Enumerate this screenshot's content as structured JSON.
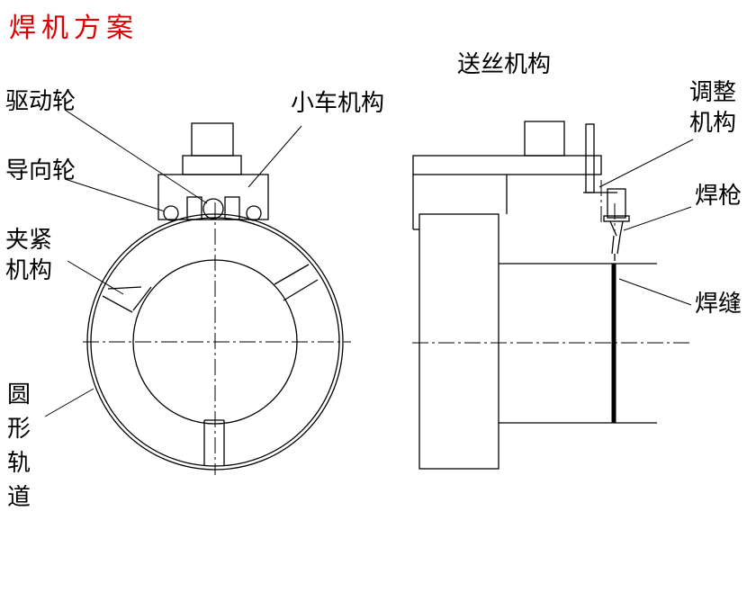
{
  "title": "焊机方案",
  "labels": {
    "drive_wheel": "驱动轮",
    "guide_wheel": "导向轮",
    "clamp": "夹紧\n机构",
    "track": "圆\n形\n轨\n道",
    "carriage": "小车机构",
    "wire_feed": "送丝机构",
    "adjust": "调整\n机构",
    "torch": "焊枪",
    "seam": "焊缝"
  },
  "colors": {
    "title": "#e00000",
    "line": "#000000"
  }
}
